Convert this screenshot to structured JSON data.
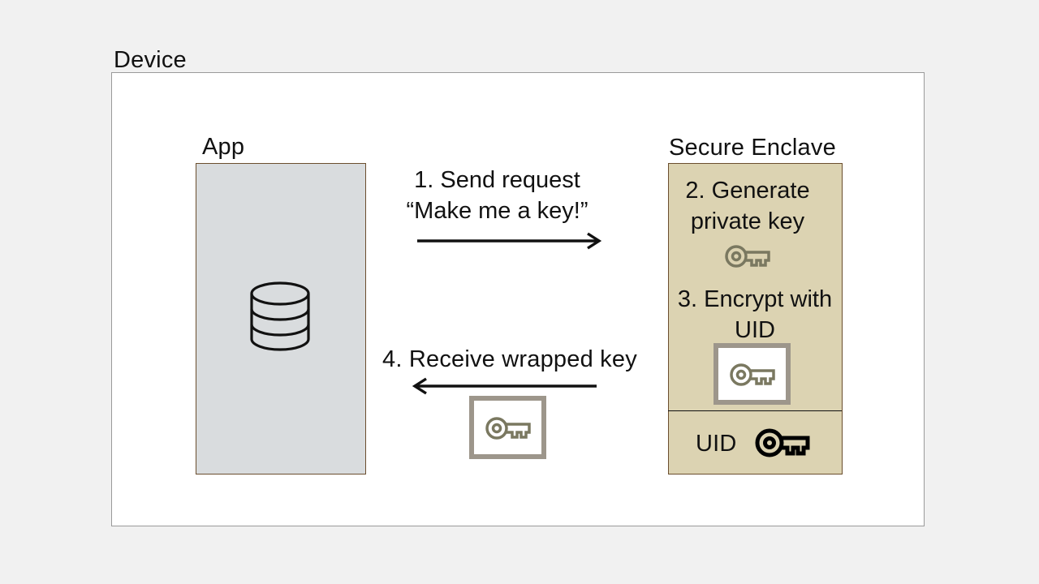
{
  "device": {
    "label": "Device"
  },
  "app": {
    "label": "App",
    "icon": "database-icon",
    "fill_color": "#d9dcde"
  },
  "secure_enclave": {
    "label": "Secure Enclave",
    "fill_color": "#dcd3b2",
    "step2": {
      "line1": "2. Generate",
      "line2": "private key",
      "icon": "key-icon"
    },
    "step3": {
      "line1": "3. Encrypt with",
      "line2": "UID",
      "icon": "wrapped-key-icon"
    },
    "uid": {
      "label": "UID",
      "icon": "key-icon"
    }
  },
  "steps": {
    "send": {
      "line1": "1. Send request",
      "line2": "“Make me a key!”"
    },
    "receive": {
      "label": "4. Receive wrapped key",
      "icon": "wrapped-key-icon"
    }
  },
  "colors": {
    "key_olive": "#7a7860",
    "wrap_frame": "#9d968b",
    "arrow": "#111111"
  }
}
